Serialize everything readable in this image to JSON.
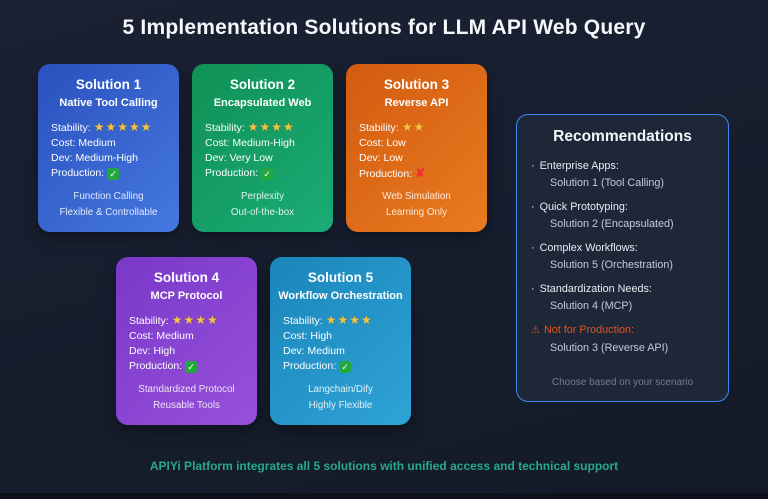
{
  "page": {
    "title": "5 Implementation Solutions for LLM API Web Query",
    "footer": "APIYi Platform integrates all 5 solutions with unified access and technical support",
    "background_color": "#161d2d",
    "footer_color": "#28a98c"
  },
  "icons": {
    "check_glyph": "✓",
    "cross_glyph": "✘",
    "warning_glyph": "⚠",
    "bullet_glyph": "·",
    "star_color": "#f6c445",
    "check_color": "#23a73f",
    "cross_color": "#f02f2f",
    "warning_color": "#e2531d"
  },
  "cards": [
    {
      "title": "Solution 1",
      "subtitle": "Native Tool Calling",
      "stability_label": "Stability:",
      "stars": "★★★★★",
      "cost": "Cost: Medium",
      "dev": "Dev: Medium-High",
      "production_label": "Production:",
      "production_ok": true,
      "notes": [
        "Function Calling",
        "Flexible & Controllable"
      ],
      "gradient": {
        "from": "#2b51be",
        "to": "#4478e0"
      }
    },
    {
      "title": "Solution 2",
      "subtitle": "Encapsulated Web",
      "stability_label": "Stability:",
      "stars": "★★★★",
      "cost": "Cost: Medium-High",
      "dev": "Dev: Very Low",
      "production_label": "Production:",
      "production_ok": true,
      "notes": [
        "Perplexity",
        "Out-of-the-box"
      ],
      "gradient": {
        "from": "#0f9156",
        "to": "#1bab76"
      }
    },
    {
      "title": "Solution 3",
      "subtitle": "Reverse API",
      "stability_label": "Stability:",
      "stars": "★★",
      "cost": "Cost: Low",
      "dev": "Dev: Low",
      "production_label": "Production:",
      "production_ok": false,
      "notes": [
        "Web Simulation",
        "Learning Only"
      ],
      "gradient": {
        "from": "#d35b10",
        "to": "#e97b20"
      }
    },
    {
      "title": "Solution 4",
      "subtitle": "MCP Protocol",
      "stability_label": "Stability:",
      "stars": "★★★★",
      "cost": "Cost: Medium",
      "dev": "Dev: High",
      "production_label": "Production:",
      "production_ok": true,
      "notes": [
        "Standardized Protocol",
        "Reusable Tools"
      ],
      "gradient": {
        "from": "#7a38c8",
        "to": "#9750dc"
      }
    },
    {
      "title": "Solution 5",
      "subtitle": "Workflow Orchestration",
      "stability_label": "Stability:",
      "stars": "★★★★",
      "cost": "Cost: High",
      "dev": "Dev: Medium",
      "production_label": "Production:",
      "production_ok": true,
      "notes": [
        "Langchain/Dify",
        "Highly Flexible"
      ],
      "gradient": {
        "from": "#1a86bb",
        "to": "#2fa3d6"
      }
    }
  ],
  "recommendations": {
    "title": "Recommendations",
    "border_color": "#3f87f6",
    "items": [
      {
        "label": "Enterprise Apps:",
        "value": "Solution 1 (Tool Calling)"
      },
      {
        "label": "Quick Prototyping:",
        "value": "Solution 2 (Encapsulated)"
      },
      {
        "label": "Complex Workflows:",
        "value": "Solution 5 (Orchestration)"
      },
      {
        "label": "Standardization Needs:",
        "value": "Solution 4 (MCP)"
      }
    ],
    "warning": {
      "label": "Not for Production:",
      "value": "Solution 3 (Reverse API)"
    },
    "footnote": "Choose based on your scenario"
  }
}
